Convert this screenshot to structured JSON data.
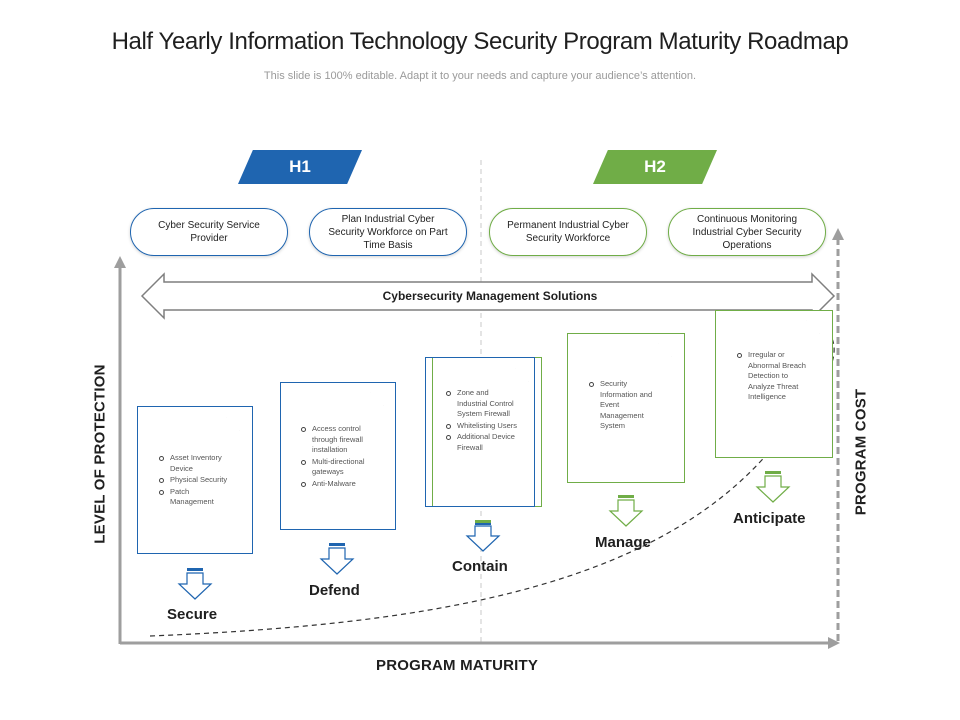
{
  "title": "Half Yearly Information Technology Security Program Maturity Roadmap",
  "subtitle": "This slide is 100% editable. Adapt it to your needs and capture your audience’s attention.",
  "phases": [
    {
      "label": "H1",
      "color": "#1f65b0"
    },
    {
      "label": "H2",
      "color": "#70ad47"
    }
  ],
  "initiatives": [
    {
      "label": "Cyber Security Service Provider"
    },
    {
      "label": "Plan Industrial Cyber Security Workforce on Part Time Basis"
    },
    {
      "label": "Permanent Industrial Cyber Security Workforce"
    },
    {
      "label": "Continuous Monitoring Industrial Cyber Security Operations"
    }
  ],
  "band_label": "Cybersecurity  Management Solutions",
  "axes": {
    "y_left": "LEVEL OF PROTECTION",
    "y_right": "PROGRAM COST",
    "x": "PROGRAM MATURITY"
  },
  "stages": [
    {
      "name": "Secure",
      "items": [
        "Asset Inventory Device",
        "Physical Security",
        "Patch Management"
      ]
    },
    {
      "name": "Defend",
      "items": [
        "Access control through firewall installation",
        "Multi-directional gateways",
        "Anti-Malware"
      ]
    },
    {
      "name": "Contain",
      "items": [
        "Zone and Industrial Control System Firewall",
        "Whitelisting Users",
        "Additional Device Firewall"
      ]
    },
    {
      "name": "Manage",
      "items": [
        "Security Information and Event Management System"
      ]
    },
    {
      "name": "Anticipate",
      "items": [
        "Irregular or Abnormal Breach Detection to Analyze Threat Intelligence"
      ]
    }
  ],
  "colors": {
    "blue": "#1f65b0",
    "green": "#70ad47",
    "axis": "#9e9e9e"
  }
}
